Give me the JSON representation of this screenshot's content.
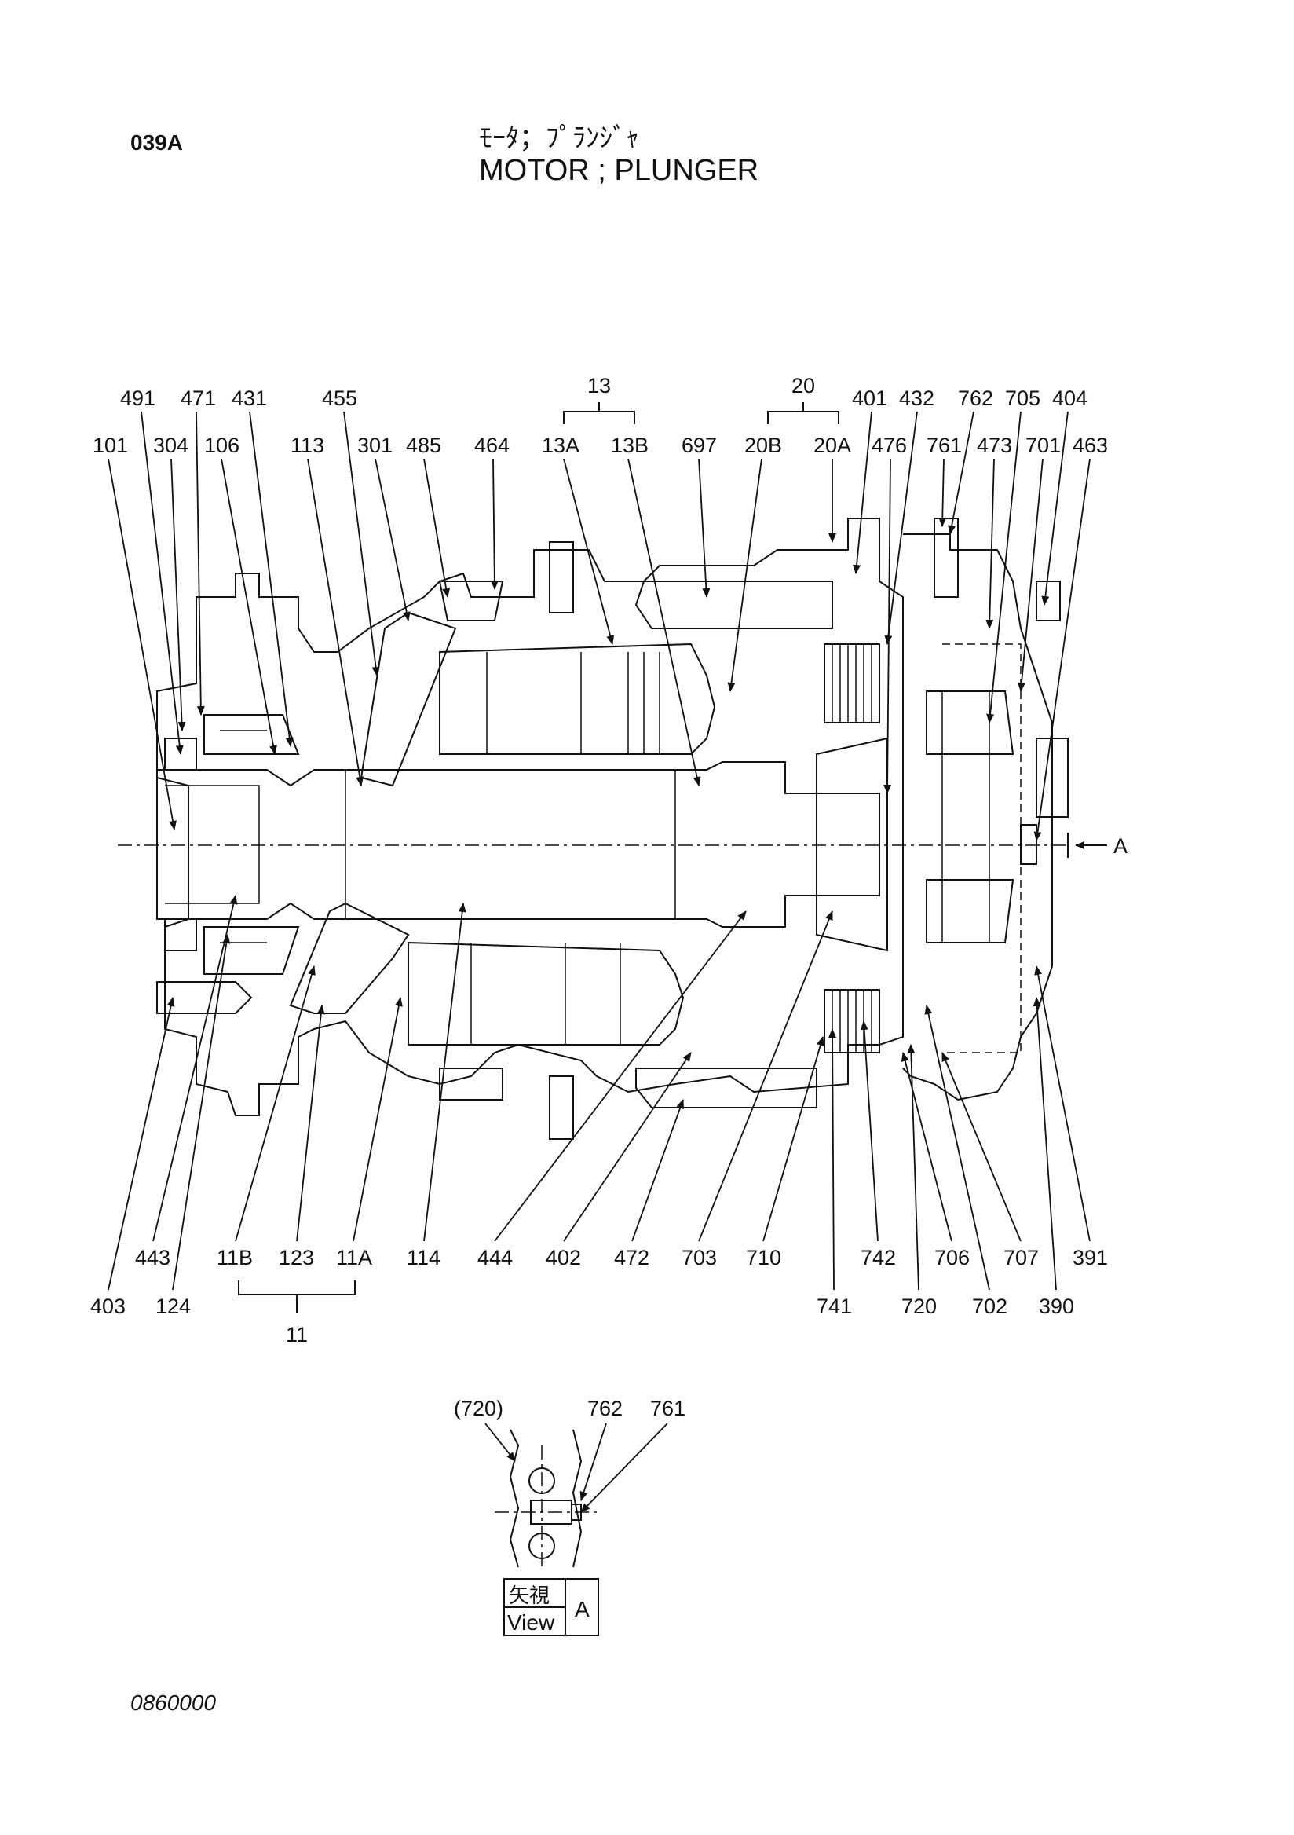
{
  "header": {
    "page_code": "039A",
    "title_jp": "ﾓｰﾀ；ﾌﾟﾗﾝｼﾞｬ",
    "title_en": "MOTOR ; PLUNGER"
  },
  "footer": {
    "doc_number": "0860000"
  },
  "diagram": {
    "section_marker": "A",
    "top_callouts_row1": [
      "491",
      "471",
      "431",
      "455",
      "13",
      "20",
      "401",
      "432",
      "762",
      "705",
      "404"
    ],
    "top_callouts_row2": [
      "101",
      "304",
      "106",
      "113",
      "301",
      "485",
      "464",
      "13A",
      "13B",
      "697",
      "20B",
      "20A",
      "476",
      "761",
      "473",
      "701",
      "463"
    ],
    "bottom_callouts_row1": [
      "443",
      "11B",
      "123",
      "11A",
      "114",
      "444",
      "402",
      "472",
      "703",
      "710",
      "742",
      "706",
      "707",
      "391"
    ],
    "bottom_callouts_row2": [
      "403",
      "124",
      "741",
      "720",
      "702",
      "390"
    ],
    "group_11": "11",
    "view_a": {
      "callouts": [
        "(720)",
        "762",
        "761"
      ],
      "label_jp": "矢視",
      "label_en": "View",
      "label_letter": "A"
    }
  }
}
